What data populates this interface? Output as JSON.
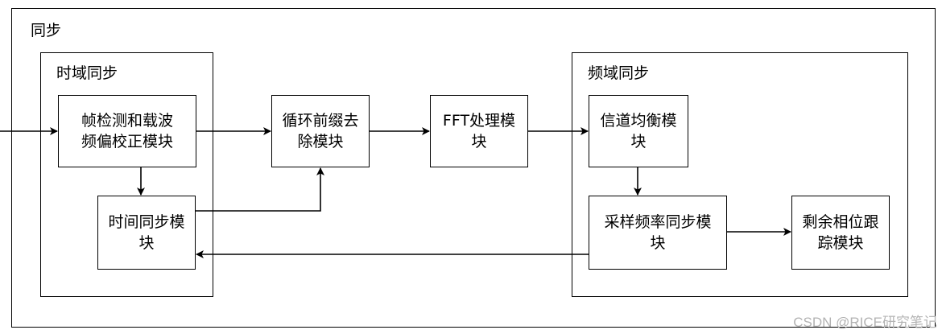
{
  "groups": {
    "outer": "同步",
    "time": "时域同步",
    "freq": "频域同步"
  },
  "nodes": {
    "frame_detect": "帧检测和载波频偏校正模块",
    "time_sync": "时间同步模块",
    "cp_remove": "循环前缀去除模块",
    "fft": "FFT处理模块",
    "channel_eq": "信道均衡模块",
    "sample_freq": "采样频率同步模块",
    "phase_track": "剩余相位跟踪模块"
  },
  "watermark": "CSDN @RICE研究笔记"
}
